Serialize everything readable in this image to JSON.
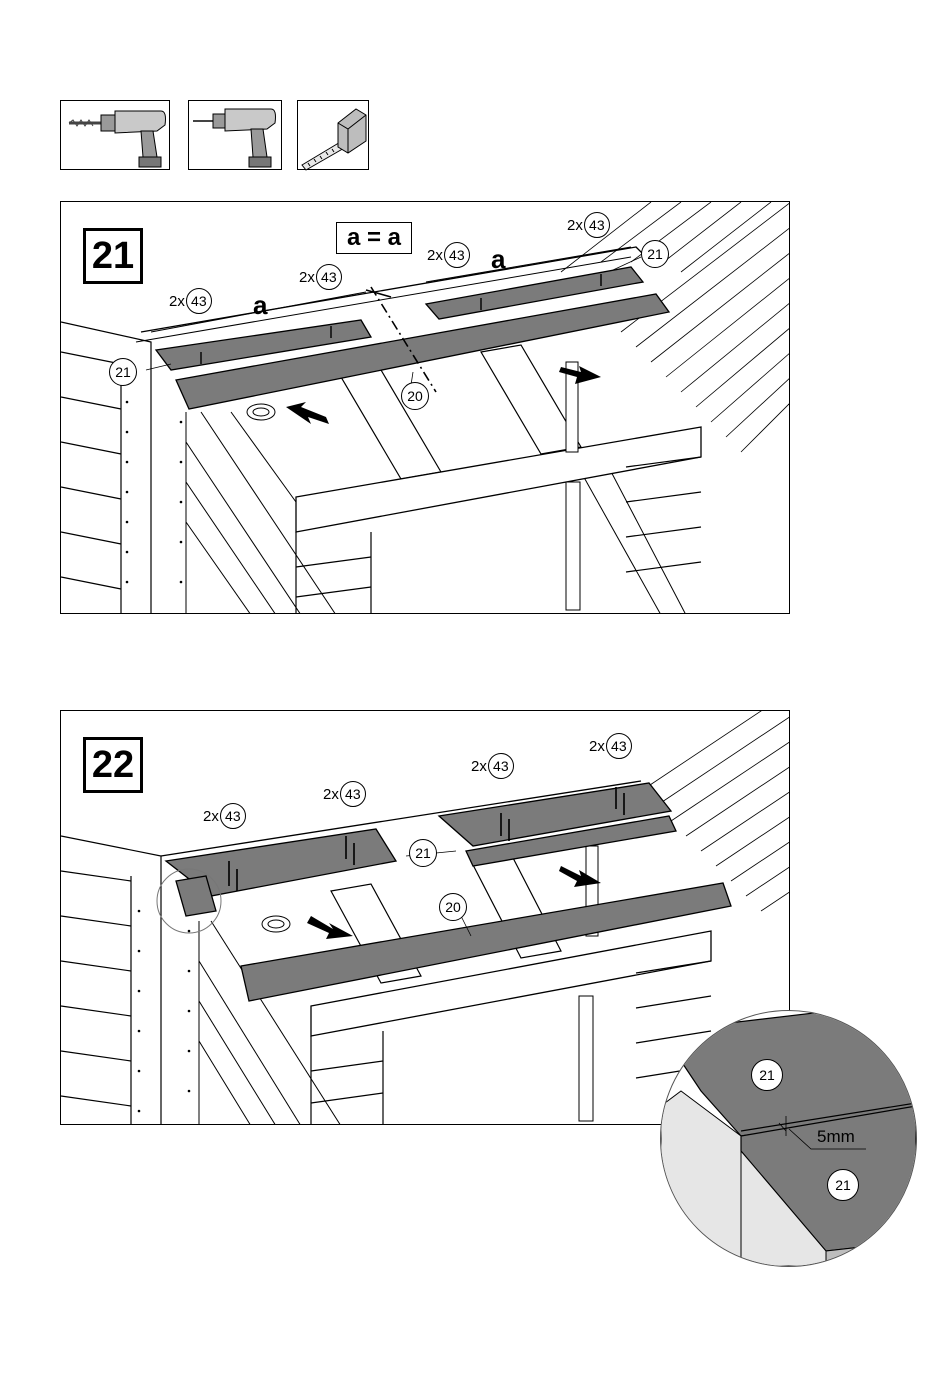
{
  "tools": [
    {
      "name": "drill-with-bit-icon"
    },
    {
      "name": "screwdriver-drill-icon"
    },
    {
      "name": "tape-measure-icon"
    }
  ],
  "step21": {
    "number": "21",
    "equation": "a = a",
    "a_label": "a",
    "screw_prefix": "2x",
    "screw_part": "43",
    "parts": {
      "roof_board": "21",
      "rafter": "20"
    }
  },
  "step22": {
    "number": "22",
    "screw_prefix": "2x",
    "screw_part": "43",
    "parts": {
      "roof_board": "21",
      "rafter": "20"
    }
  },
  "detail": {
    "part_top": "21",
    "part_bottom": "21",
    "gap": "5mm"
  },
  "colors": {
    "board": "#7b7b7b",
    "line": "#000000",
    "wall": "#ffffff"
  }
}
